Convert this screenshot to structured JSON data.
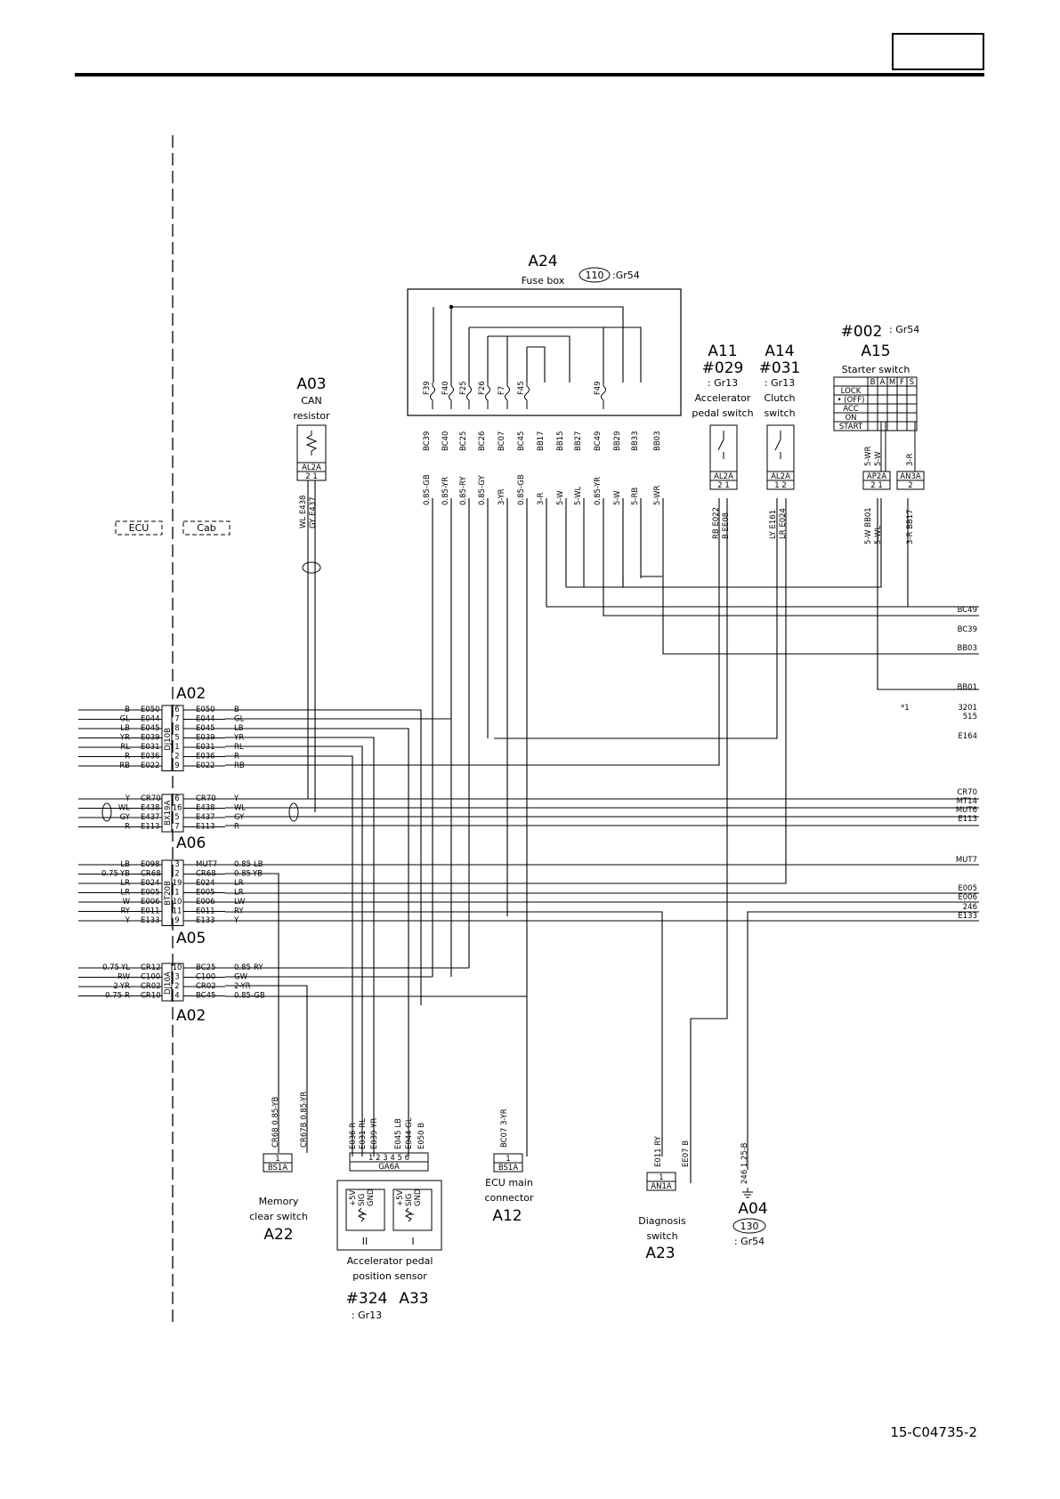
{
  "page": {
    "doc_code": "15-C04735-2"
  },
  "zones": {
    "ecu": "ECU",
    "cab": "Cab"
  },
  "components": {
    "a24": {
      "id": "A24",
      "name": "Fuse box",
      "ref_num": "110",
      "ref_grp": ":Gr54",
      "fuses": [
        "F39",
        "F40",
        "F25",
        "F26",
        "F7",
        "F45",
        "F49"
      ]
    },
    "a03": {
      "id": "A03",
      "name1": "CAN",
      "name2": "resistor",
      "conn": "AL2A",
      "pins": "2  1"
    },
    "a11": {
      "id": "A11",
      "num": "#029",
      "grp": ": Gr13",
      "name1": "Accelerator",
      "name2": "pedal switch",
      "conn": "AL2A",
      "pins": "2  1"
    },
    "a14": {
      "id": "A14",
      "num": "#031",
      "grp": ": Gr13",
      "name1": "Clutch",
      "name2": "switch",
      "conn": "AL2A",
      "pins": "1  2"
    },
    "a15": {
      "id": "A15",
      "num": "#002",
      "grp": ": Gr54",
      "name": "Starter switch",
      "conn1": "AP2A",
      "pins1": "2  1",
      "conn2": "AN3A",
      "pins2": "2",
      "table": {
        "cols": [
          "B",
          "A",
          "M",
          "F",
          "S"
        ],
        "rows": [
          "LOCK",
          "• (OFF)",
          "ACC",
          "ON",
          "START"
        ]
      }
    },
    "a22": {
      "id": "A22",
      "name1": "Memory",
      "name2": "clear switch",
      "conn": "BS1A",
      "pin": "1"
    },
    "a33": {
      "id": "A33",
      "num": "#324",
      "grp": ": Gr13",
      "name1": "Accelerator pedal",
      "name2": "position sensor",
      "conn": "GA6A",
      "pins": "1  2  3        4  5  6",
      "ch2": "II",
      "ch1": "I",
      "sig": [
        "+5V",
        "SIG",
        "GND"
      ]
    },
    "a12": {
      "id": "A12",
      "name1": "ECU main",
      "name2": "connector",
      "conn": "BS1A",
      "pin": "1"
    },
    "a23": {
      "id": "A23",
      "name1": "Diagnosis",
      "name2": "switch",
      "conn": "AN1A",
      "pin": "1"
    },
    "a04": {
      "id": "A04",
      "ref_num": "130",
      "ref_grp": ": Gr54"
    }
  },
  "connectors": {
    "dj10b": {
      "name": "DJ10B",
      "label": "A02"
    },
    "bx19a": {
      "name": "BX19A",
      "label": "A06"
    },
    "bt20b": {
      "name": "BT20B",
      "label": "A05"
    },
    "dj10a": {
      "name": "DJ10A",
      "label": "A02"
    }
  },
  "connector_rows": {
    "dj10b": [
      {
        "lc": "B",
        "lw": "E050",
        "pin": "6",
        "rw": "E050",
        "rc": "B"
      },
      {
        "lc": "GL",
        "lw": "E044",
        "pin": "7",
        "rw": "E044",
        "rc": "GL"
      },
      {
        "lc": "LB",
        "lw": "E045",
        "pin": "8",
        "rw": "E045",
        "rc": "LB"
      },
      {
        "lc": "YR",
        "lw": "E039",
        "pin": "5",
        "rw": "E039",
        "rc": "YR"
      },
      {
        "lc": "RL",
        "lw": "E031",
        "pin": "1",
        "rw": "E031",
        "rc": "RL"
      },
      {
        "lc": "R",
        "lw": "E036",
        "pin": "2",
        "rw": "E036",
        "rc": "R"
      },
      {
        "lc": "RB",
        "lw": "E022",
        "pin": "9",
        "rw": "E022",
        "rc": "RB"
      }
    ],
    "bx19a": [
      {
        "lc": "Y",
        "lw": "CR70",
        "pin": "6",
        "rw": "CR70",
        "rc": "Y"
      },
      {
        "lc": "WL",
        "lw": "E438",
        "pin": "16",
        "rw": "E438",
        "rc": "WL"
      },
      {
        "lc": "GY",
        "lw": "E437",
        "pin": "5",
        "rw": "E437",
        "rc": "GY"
      },
      {
        "lc": "R",
        "lw": "E113",
        "pin": "7",
        "rw": "E113",
        "rc": "R"
      }
    ],
    "bt20b": [
      {
        "lc": "LB",
        "lw": "E098",
        "pin": "3",
        "rw": "MUT7",
        "rc": "0.85-LB"
      },
      {
        "lc": "0.75-YB",
        "lw": "CR68",
        "pin": "2",
        "rw": "CR68",
        "rc": "0.85-YB"
      },
      {
        "lc": "LR",
        "lw": "E024",
        "pin": "19",
        "rw": "E024",
        "rc": "LR"
      },
      {
        "lc": "LR",
        "lw": "E005",
        "pin": "1",
        "rw": "E005",
        "rc": "LR"
      },
      {
        "lc": "W",
        "lw": "E006",
        "pin": "10",
        "rw": "E006",
        "rc": "LW"
      },
      {
        "lc": "RY",
        "lw": "E011",
        "pin": "11",
        "rw": "E011",
        "rc": "RY"
      },
      {
        "lc": "Y",
        "lw": "E133",
        "pin": "9",
        "rw": "E133",
        "rc": "Y"
      }
    ],
    "dj10a": [
      {
        "lc": "0.75-YL",
        "lw": "CR12",
        "pin": "10",
        "rw": "BC25",
        "rc": "0.85-RY"
      },
      {
        "lc": "RW",
        "lw": "C100",
        "pin": "3",
        "rw": "C100",
        "rc": "GW"
      },
      {
        "lc": "2-YR",
        "lw": "CR02",
        "pin": "2",
        "rw": "CR02",
        "rc": "2-YR"
      },
      {
        "lc": "0.75-R",
        "lw": "CR10",
        "pin": "4",
        "rw": "BC45",
        "rc": "0.85-GB"
      }
    ]
  },
  "fuse_outputs": [
    {
      "wire": "BC39",
      "color": "0.85-GB"
    },
    {
      "wire": "BC40",
      "color": "0.85-YR"
    },
    {
      "wire": "BC25",
      "color": "0.85-RY"
    },
    {
      "wire": "BC26",
      "color": "0.85-GY"
    },
    {
      "wire": "BC07",
      "color": "3-YR"
    },
    {
      "wire": "BC45",
      "color": "0.85-GB"
    },
    {
      "wire": "BB17",
      "color": "3-R"
    },
    {
      "wire": "BB15",
      "color": "5-W"
    },
    {
      "wire": "BB27",
      "color": "5-WL"
    },
    {
      "wire": "BC49",
      "color": "0.85-YR"
    },
    {
      "wire": "BB29",
      "color": "5-W"
    },
    {
      "wire": "BB33",
      "color": "5-RB"
    },
    {
      "wire": "BB03",
      "color": "5-WR"
    }
  ],
  "right_labels": [
    "BC49",
    "BC39",
    "BB03",
    "BB01",
    "3201",
    "515",
    "E164",
    "CR70",
    "MT14",
    "MUT6",
    "E113",
    "MUT7",
    "E005",
    "E006",
    "246",
    "E133"
  ],
  "note_star": "*1",
  "wire_labels": {
    "a03_w1": "WL  E438",
    "a03_w2": "GY  E437",
    "a11_w1": "RB  E022",
    "a11_w2": "B  EE08",
    "a14_w1": "LY  E161",
    "a14_w2": "LR  E024",
    "a15_top1": "5-WR",
    "a15_top2": "5-W",
    "a15_top3": "3-R",
    "a15_bot1": "5-W  BB01",
    "a15_bot2": "5-WL",
    "a15_bot3": "3-R  BB17",
    "a22_w1": "CR68  0.85-YB",
    "a22_w2": "CR67B  0.85-YR",
    "a33_w": [
      "E036 R",
      "E031 RL",
      "E039 YR",
      "E045 LB",
      "E044 GL",
      "E050 B"
    ],
    "a12_w": "BC07  3-YR",
    "a23_w1": "E011  RY",
    "a23_w2": "EE07  B",
    "a04_w": "246  1.25-B"
  }
}
